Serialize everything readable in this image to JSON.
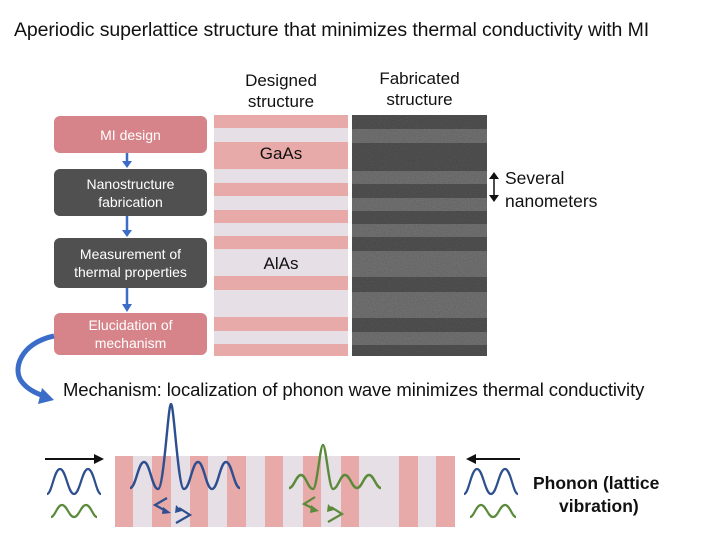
{
  "title": "Aperiodic superlattice structure that minimizes thermal conductivity with MI",
  "flowchart": {
    "steps": [
      {
        "label": "MI design",
        "style": "pink"
      },
      {
        "label": "Nanostructure fabrication",
        "style": "dark"
      },
      {
        "label": "Measurement of thermal properties",
        "style": "dark"
      },
      {
        "label": "Elucidation of mechanism",
        "style": "pink"
      }
    ],
    "step_lines": [
      [
        "MI design"
      ],
      [
        "Nanostructure",
        "fabrication"
      ],
      [
        "Measurement of",
        "thermal properties"
      ],
      [
        "Elucidation of",
        "mechanism"
      ]
    ]
  },
  "designed": {
    "heading_line1": "Designed",
    "heading_line2": "structure",
    "layer_labels": {
      "gaas": "GaAs",
      "alas": "AlAs"
    }
  },
  "fabricated": {
    "heading_line1": "Fabricated",
    "heading_line2": "structure"
  },
  "scale_note": {
    "line1": "Several",
    "line2": "nanometers"
  },
  "mechanism": {
    "caption": "Mechanism: localization of phonon wave minimizes thermal conductivity"
  },
  "legend": {
    "line1": "Phonon (lattice",
    "line2": "vibration)"
  },
  "colors": {
    "gaas_pink": "#e7aaa8",
    "alas_light": "#e6dfe6",
    "flow_pink": "#d6848a",
    "flow_dark": "#505050",
    "arrow_blue": "#3a6cc8",
    "wave_blue": "#2e4f8f",
    "wave_green": "#5a8a3a",
    "tem_dark": "#555555",
    "tem_light": "#777777"
  }
}
